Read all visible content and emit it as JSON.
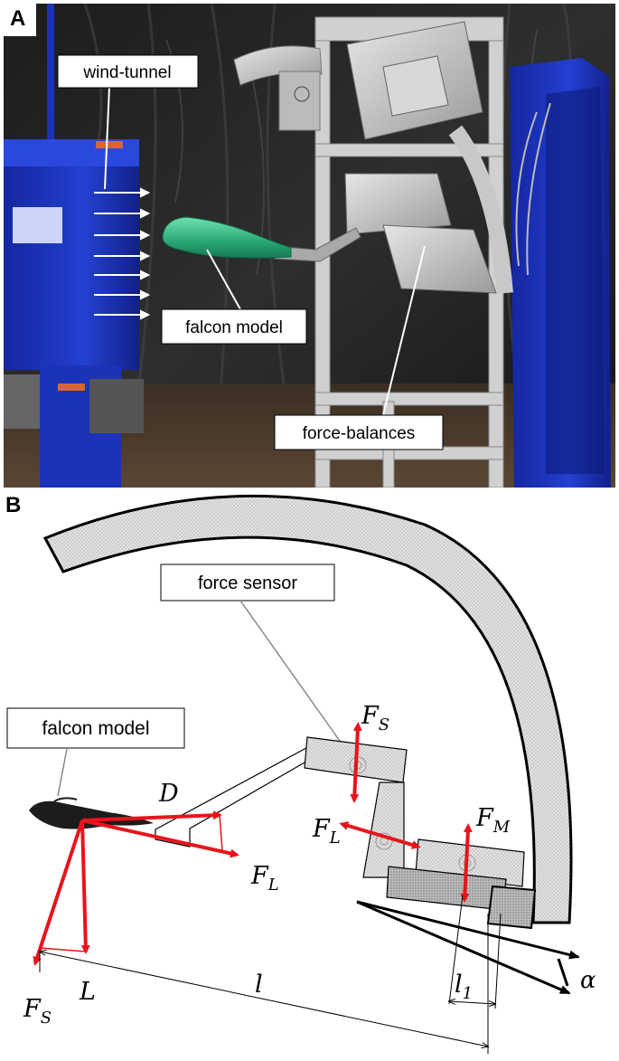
{
  "panel_a": {
    "letter": "A",
    "labels": {
      "wind_tunnel": "wind-tunnel",
      "falcon_model": "falcon model",
      "force_balances": "force-balances"
    }
  },
  "panel_b": {
    "letter": "B",
    "labels": {
      "force_sensor": "force sensor",
      "falcon_model": "falcon model"
    },
    "symbols": {
      "F_S_top": "F",
      "F_S_top_sub": "S",
      "F_L_left": "F",
      "F_L_left_sub": "L",
      "F_M": "F",
      "F_M_sub": "M",
      "D": "D",
      "F_L_bottom": "F",
      "F_L_bottom_sub": "L",
      "F_S_bottom": "F",
      "F_S_bottom_sub": "S",
      "L": "L",
      "l": "l",
      "l1": "l",
      "l1_sub": "1",
      "alpha": "α"
    }
  },
  "colors": {
    "force_arrow": "#e8141b",
    "tunnel_blue": "#1a33b8",
    "falcon_green": "#2aa876",
    "frame_grey": "#c8c8c8"
  }
}
